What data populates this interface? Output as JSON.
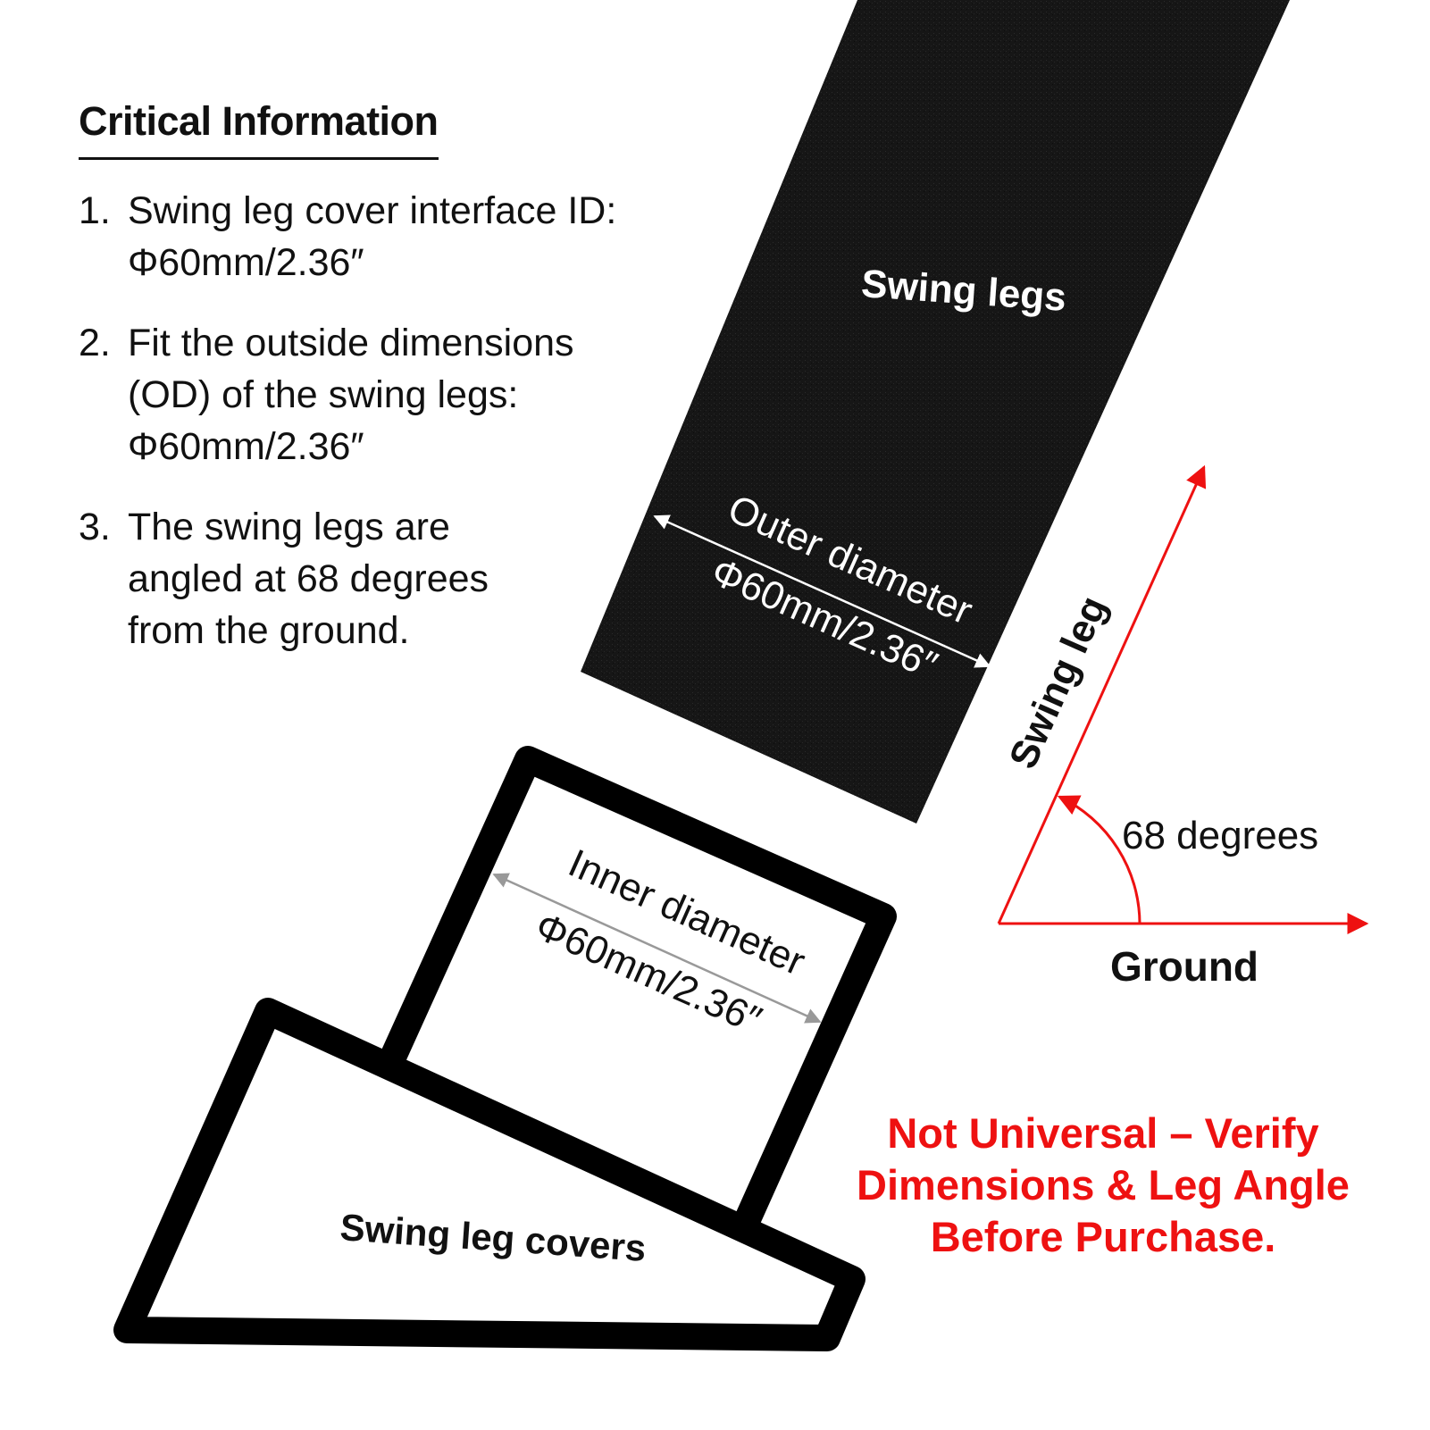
{
  "heading": "Critical Information",
  "items": [
    {
      "number": "1.",
      "lines": [
        "Swing leg cover interface ID:",
        "Φ60mm/2.36″"
      ]
    },
    {
      "number": "2.",
      "lines": [
        "Fit the outside dimensions",
        "(OD) of the swing legs:",
        "Φ60mm/2.36″"
      ]
    },
    {
      "number": "3.",
      "lines": [
        "The swing legs are",
        "angled at 68 degrees",
        "from the ground."
      ]
    }
  ],
  "leg": {
    "label": "Swing legs",
    "dimension_label": "Outer diameter",
    "dimension_value": "Φ60mm/2.36″"
  },
  "cover": {
    "label": "Swing leg covers",
    "dimension_label": "Inner diameter",
    "dimension_value": "Φ60mm/2.36″"
  },
  "angle_diagram": {
    "leg_label": "Swing leg",
    "angle_label": "68 degrees",
    "ground_label": "Ground",
    "color": "#ee1111"
  },
  "warning": {
    "lines": [
      "Not Universal – Verify",
      "Dimensions & Leg Angle",
      "Before Purchase."
    ],
    "color": "#ee1111"
  }
}
